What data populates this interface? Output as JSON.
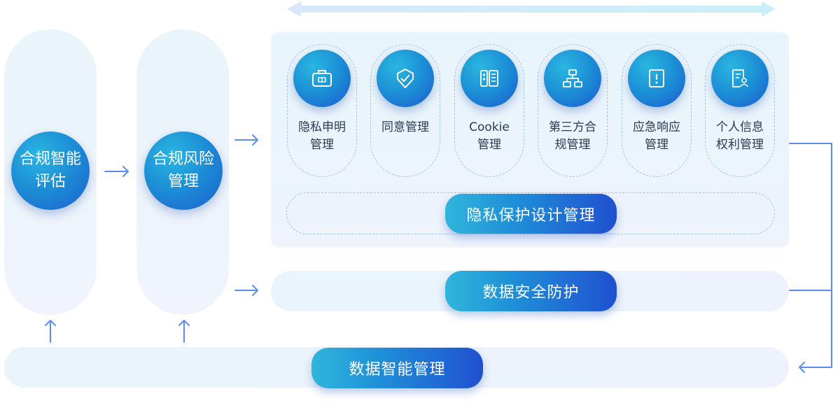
{
  "pillars": {
    "assessment": {
      "line1": "合规智能",
      "line2": "评估"
    },
    "risk": {
      "line1": "合规风险",
      "line2": "管理"
    }
  },
  "privacy_items": [
    {
      "icon": "briefcase-icon",
      "line1": "隐私申明",
      "line2": "管理"
    },
    {
      "icon": "shield-check-icon",
      "line1": "同意管理",
      "line2": ""
    },
    {
      "icon": "server-cookie-icon",
      "line1": "Cookie",
      "line2": "管理"
    },
    {
      "icon": "network-icon",
      "line1": "第三方合",
      "line2": "规管理"
    },
    {
      "icon": "alert-box-icon",
      "line1": "应急响应",
      "line2": "管理"
    },
    {
      "icon": "person-document-icon",
      "line1": "个人信息",
      "line2": "权利管理"
    }
  ],
  "privacy_design": "隐私保护设计管理",
  "data_security": "数据安全防护",
  "data_intelligence": "数据智能管理",
  "colors": {
    "accent": "#1d8fd6",
    "arrow": "#5b8def",
    "text": "#2a3a55"
  }
}
